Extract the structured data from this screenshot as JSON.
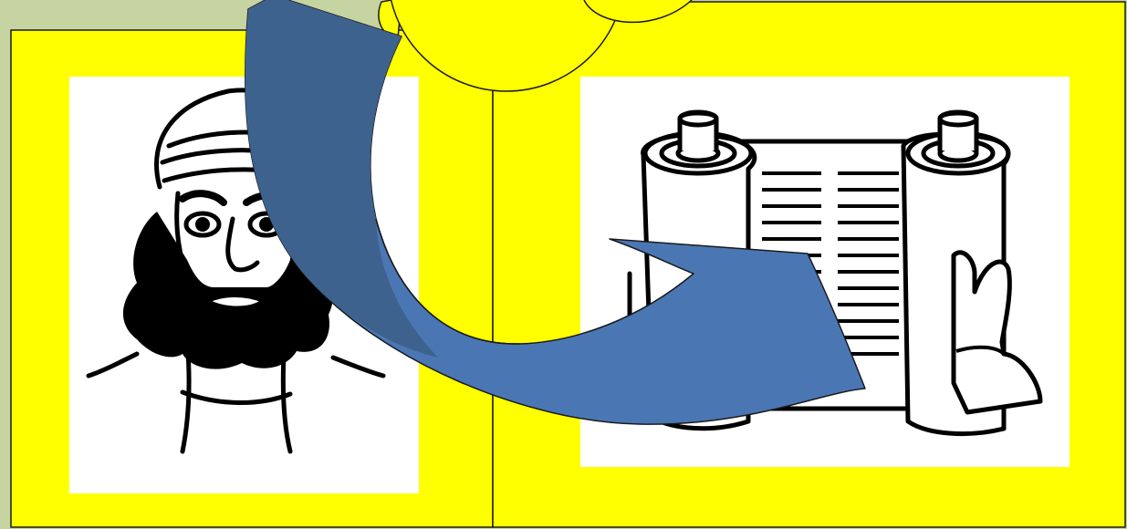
{
  "slide": {
    "background_color": "#c6d4a2",
    "panel_color": "#ffff00",
    "frame_color": "#ffffff",
    "arrow_fill": "#4a77b4",
    "arrow_shade": "#3e628e",
    "outline_color": "#1a1a1a",
    "panels": [
      {
        "name": "left-panel",
        "picture": "bearded-man-illustration"
      },
      {
        "name": "right-panel",
        "picture": "torah-scroll-illustration"
      }
    ],
    "decorations": [
      "cloud-shape",
      "curved-arrow"
    ]
  }
}
